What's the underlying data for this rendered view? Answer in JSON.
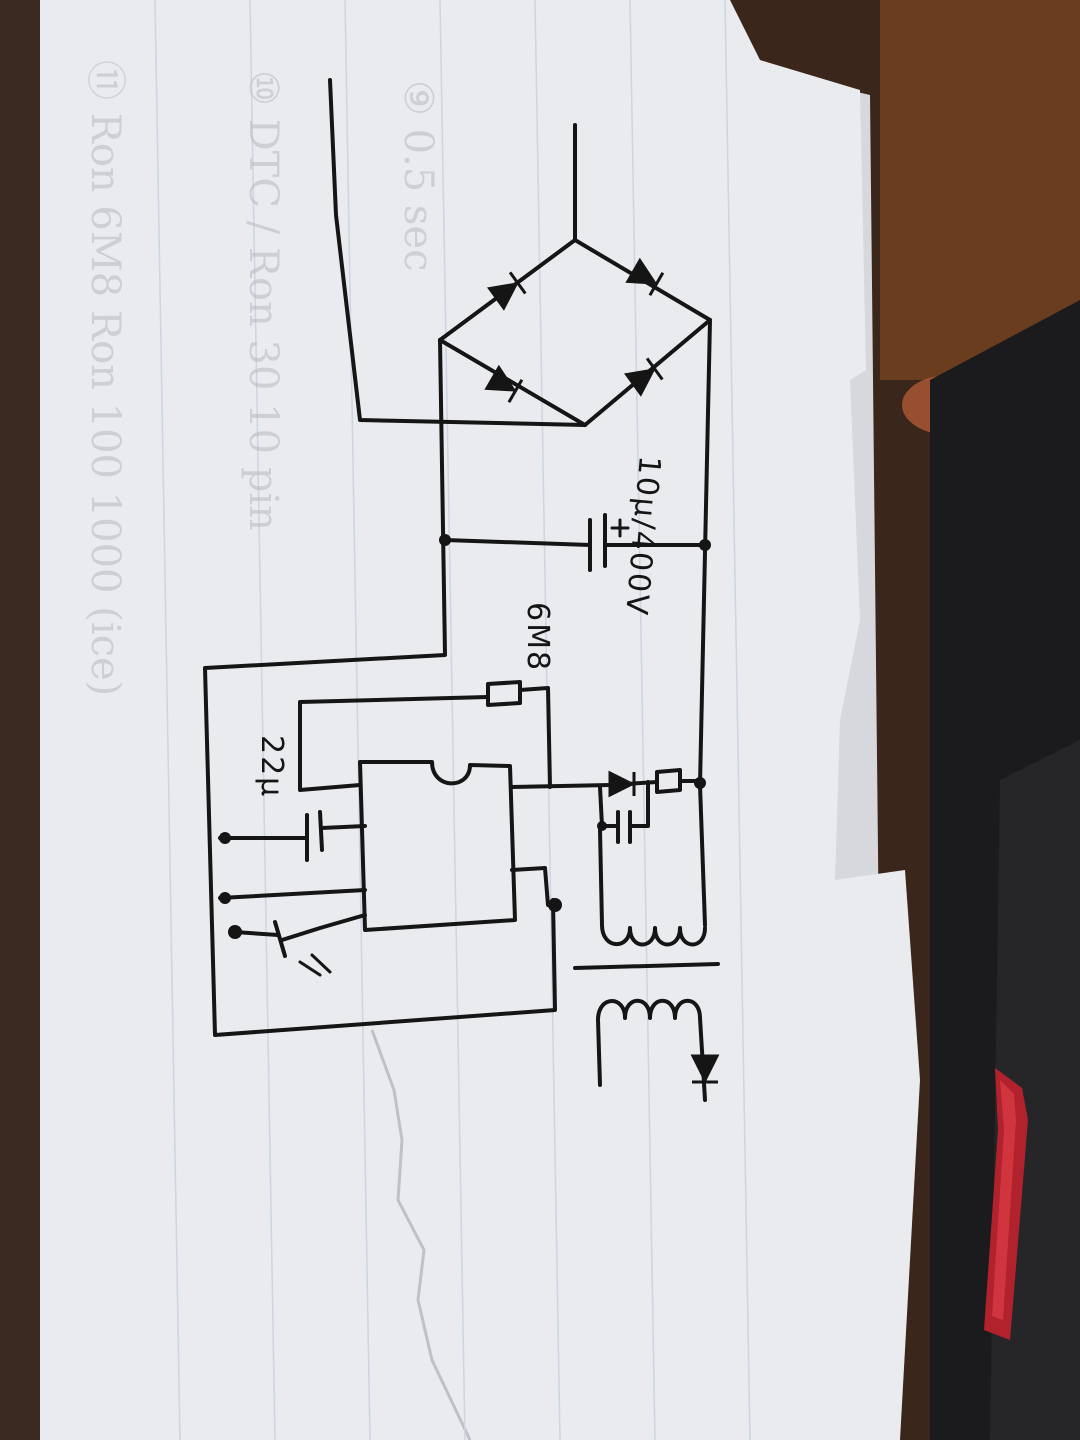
{
  "diagram": {
    "labels": {
      "capacitor_main": "10μ/400V",
      "resistor_top": "6M8",
      "capacitor_ic": "22μ"
    },
    "faint_notes": [
      {
        "text": "⑩ DTC / Ron 30 10 pin"
      },
      {
        "text": "⑪ Ron 6M8 Ron 100 1000 (ice)"
      },
      {
        "text": "⑨ 0.5 sec"
      }
    ]
  },
  "colors": {
    "ink": "#151515",
    "paper": "#e9ebef",
    "laptop": "#1b1b1d",
    "accent_red": "#b2222c",
    "table_wood": "#3a261a"
  }
}
